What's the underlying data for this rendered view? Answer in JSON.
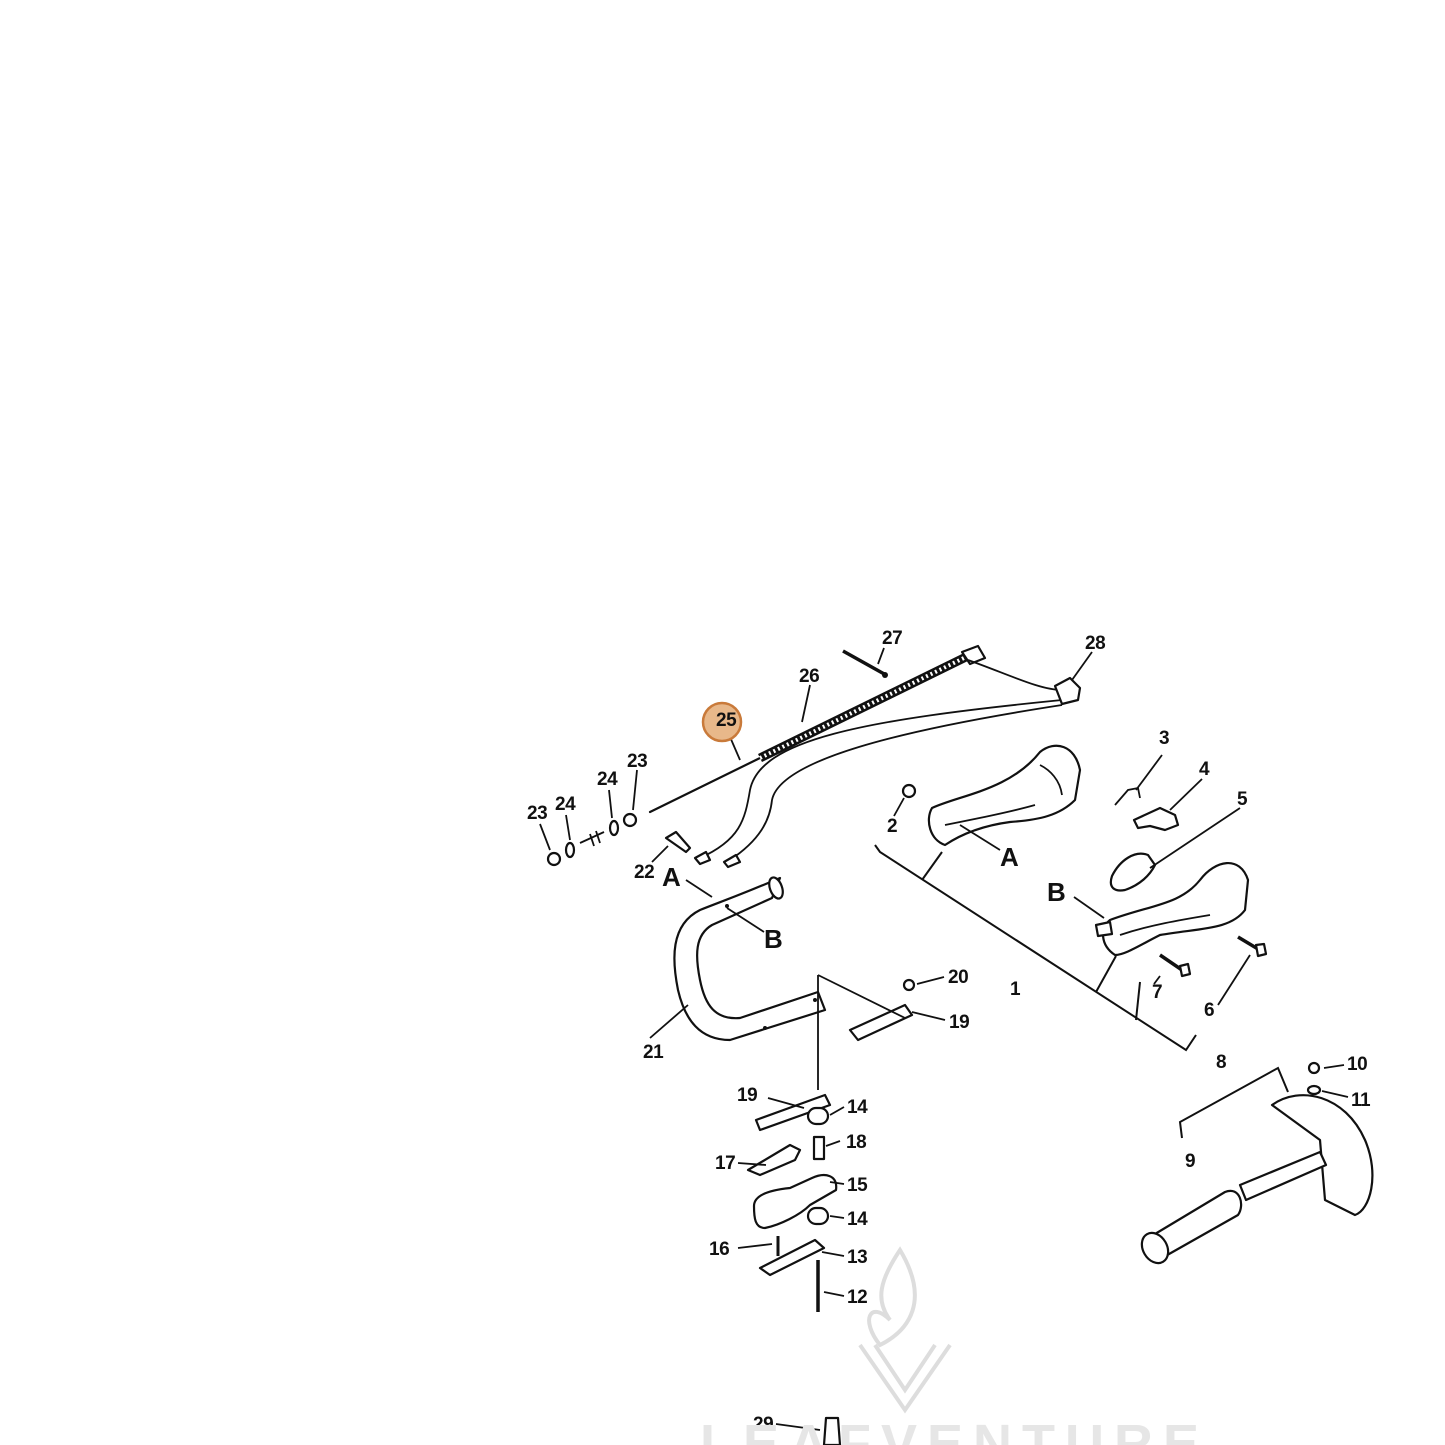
{
  "diagram": {
    "highlighted_callout": "25",
    "highlight_color": "#E8B88A",
    "highlight_stroke": "#C97A3A",
    "callouts": {
      "c1": "1",
      "c2": "2",
      "c3": "3",
      "c4": "4",
      "c5": "5",
      "c6": "6",
      "c7": "7",
      "c8": "8",
      "c9": "9",
      "c10": "10",
      "c11": "11",
      "c12": "12",
      "c13": "13",
      "c14a": "14",
      "c14b": "14",
      "c15": "15",
      "c16": "16",
      "c17": "17",
      "c18": "18",
      "c19a": "19",
      "c19b": "19",
      "c20": "20",
      "c21": "21",
      "c22": "22",
      "c23a": "23",
      "c23b": "23",
      "c24a": "24",
      "c24b": "24",
      "c25": "25",
      "c26": "26",
      "c27": "27",
      "c28": "28",
      "c29": "29"
    },
    "letters": {
      "a_handle": "A",
      "a_bar": "A",
      "b_handle": "B",
      "b_bar": "B"
    },
    "watermark": {
      "text": "LEAFVENTURE",
      "icon": "flame-logo-icon"
    }
  }
}
